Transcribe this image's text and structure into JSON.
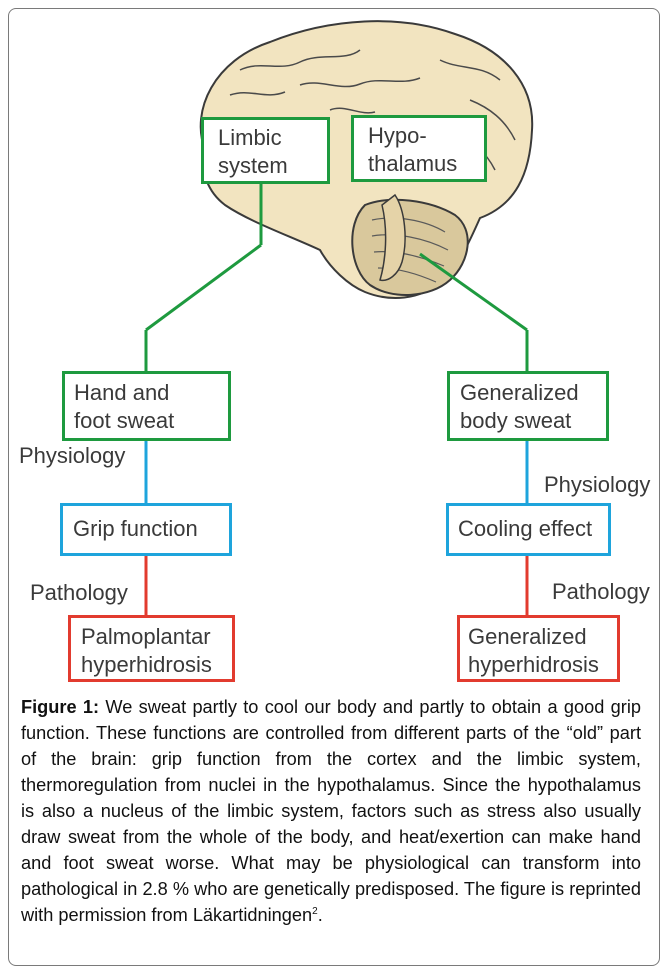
{
  "boxes": {
    "limbic": {
      "line1": "Limbic",
      "line2": "system"
    },
    "hypo": {
      "line1": "Hypo-",
      "line2": "thalamus"
    },
    "hand_foot": {
      "line1": "Hand and",
      "line2": "foot sweat"
    },
    "generalized_body": {
      "line1": "Generalized",
      "line2": "body sweat"
    },
    "grip": "Grip function",
    "cooling": "Cooling effect",
    "palmoplantar": {
      "line1": "Palmoplantar",
      "line2": "hyperhidrosis"
    },
    "generalized_hyper": {
      "line1": "Generalized",
      "line2": "hyperhidrosis"
    }
  },
  "labels": {
    "physiology_left": "Physiology",
    "physiology_right": "Physiology",
    "pathology_left": "Pathology",
    "pathology_right": "Pathology"
  },
  "caption": {
    "label": "Figure 1:",
    "text": " We sweat partly to cool our body and partly to obtain a good grip function. These functions are controlled from different parts of the “old” part of the brain: grip function from the cortex and the limbic system, thermoregulation from nuclei in the hypothalamus. Since the hypothalamus is also a nucleus of the limbic system, factors such as stress also usually draw sweat from the whole of the body, and heat/exertion can make hand and foot sweat worse. What may be physiological can transform into pathological in 2.8 % who are genetically predisposed. The figure is reprinted with permission from Läkartidningen",
    "superscript": "2",
    "end": "."
  },
  "colors": {
    "green": "#1e9a3f",
    "blue": "#1ea4dc",
    "red": "#e23b2f",
    "brain": "#f2e4c0",
    "brain_outline": "#3a3a3a"
  }
}
